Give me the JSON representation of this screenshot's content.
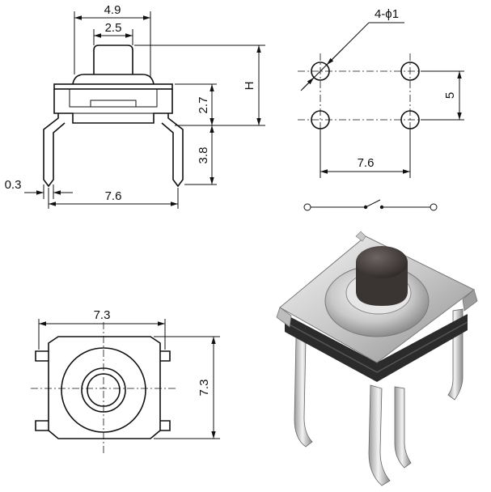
{
  "views": {
    "side": {
      "dim_overall_width": "4.9",
      "dim_plunger_width": "2.5",
      "dim_height_label": "H",
      "dim_body_height": "2.7",
      "dim_lead_length": "3.8",
      "dim_lead_thickness": "0.3",
      "dim_lead_span": "7.6"
    },
    "pcb_layout": {
      "dim_holes": "4-ϕ1",
      "dim_row_pitch": "5",
      "dim_column_pitch": "7.6"
    },
    "top": {
      "dim_width": "7.3",
      "dim_height": "7.3"
    }
  },
  "colors": {
    "line": "#111111",
    "plunger": "#4a4443",
    "metal": "#d9d9d9",
    "body": "#2b2b2b"
  }
}
